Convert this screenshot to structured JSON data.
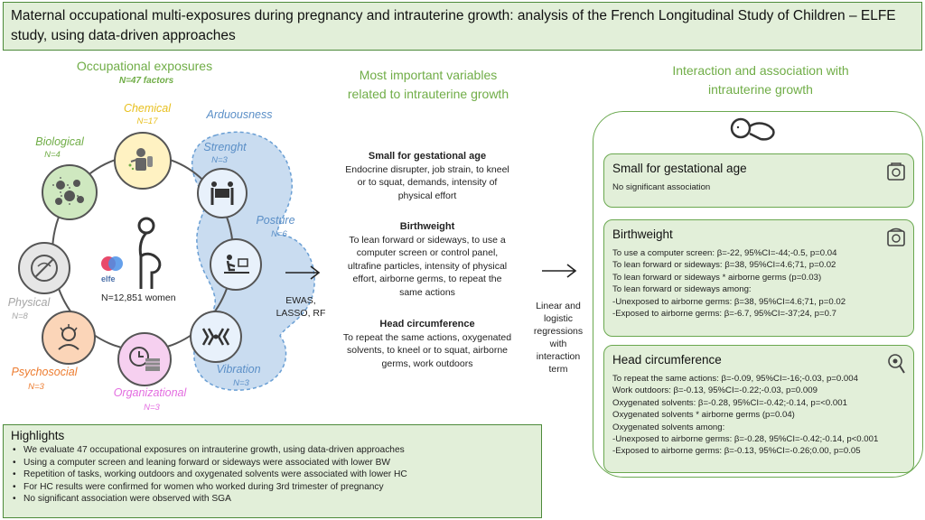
{
  "title": "Maternal occupational multi-exposures during pregnancy and intrauterine growth: analysis of the French Longitudinal Study of Children – ELFE study, using data-driven approaches",
  "left": {
    "heading": "Occupational exposures",
    "subheading": "N=47 factors",
    "center_logo": "elfe",
    "center_text": "N=12,851 women",
    "categories": [
      {
        "label": "Chemical",
        "count": "N=17",
        "color": "#e8c020"
      },
      {
        "label": "Biological",
        "count": "N=4",
        "color": "#70ad47"
      },
      {
        "label": "Physical",
        "count": "N=8",
        "color": "#a6a6a6"
      },
      {
        "label": "Psychosocial",
        "count": "N=3",
        "color": "#ed7d31"
      },
      {
        "label": "Organizational",
        "count": "N=3",
        "color": "#e36de0"
      }
    ],
    "arduousness": {
      "label": "Arduousness",
      "items": [
        {
          "label": "Strenght",
          "count": "N=3"
        },
        {
          "label": "Posture",
          "count": "N=6"
        },
        {
          "label": "Vibration",
          "count": "N=3"
        }
      ]
    },
    "methods": [
      "EWAS,",
      "LASSO, RF"
    ]
  },
  "middle": {
    "heading": "Most important variables related to intrauterine growth",
    "groups": [
      {
        "title": "Small for gestational age",
        "text": "Endocrine disrupter, job strain, to kneel or to squat, demands, intensity of physical effort"
      },
      {
        "title": "Birthweight",
        "text": "To lean forward or sideways, to use a computer screen or control panel, ultrafine particles, intensity of physical effort, airborne germs, to repeat the same actions"
      },
      {
        "title": "Head circumference",
        "text": "To repeat the same actions, oxygenated solvents, to kneel or to squat, airborne germs, work outdoors"
      }
    ],
    "arrow_text": [
      "Linear and",
      "logistic",
      "regressions",
      "with",
      "interaction",
      "term"
    ]
  },
  "right": {
    "heading": "Interaction and association with intrauterine growth",
    "boxes": [
      {
        "title": "Small for gestational age",
        "icon": "scale-icon",
        "lines": [
          "No significant association"
        ]
      },
      {
        "title": "Birthweight",
        "icon": "baby-scale-icon",
        "lines": [
          "To use a computer screen: β=-22, 95%CI=-44;-0.5, p=0.04",
          "To lean forward or sideways: β=38, 95%CI=4.6;71, p=0.02",
          "To lean forward or sideways * airborne germs (p=0.03)",
          "To lean forward or sideways  among:",
          "-Unexposed to airborne germs: β=38, 95%CI=4.6;71, p=0.02",
          "-Exposed to airborne germs: β=-6.7, 95%CI=-37;24, p=0.7"
        ]
      },
      {
        "title": "Head circumference",
        "icon": "tape-measure-icon",
        "lines": [
          "To repeat the same actions: β=-0.09, 95%CI=-16;-0.03, p=0.004",
          "Work outdoors: β=-0.13, 95%CI=-0.22;-0.03, p=0.009",
          "Oxygenated solvents: β=-0.28, 95%CI=-0.42;-0.14, p=<0.001",
          "Oxygenated solvents * airborne germs (p=0.04)",
          "Oxygenated solvents among:",
          "-Unexposed to airborne germs: β=-0.28, 95%CI=-0.42;-0.14, p<0.001",
          "-Exposed to airborne germs: β=-0.13, 95%CI=-0.26;0.00, p=0.05"
        ]
      }
    ]
  },
  "highlights": {
    "title": "Highlights",
    "items": [
      "We evaluate 47 occupational exposures on intrauterine growth, using data-driven approaches",
      "Using a computer screen and leaning forward or sideways were associated with lower BW",
      "Repetition of tasks, working outdoors  and oxygenated solvents were associated with lower HC",
      "For HC results were confirmed for women who worked during 3rd trimester of pregnancy",
      "No significant association were observed with SGA"
    ]
  },
  "colors": {
    "green": "#70ad47",
    "panel_bg": "#e2efd9",
    "blue_blob": "#c9dcf0",
    "blue_text": "#5b8fc7"
  }
}
